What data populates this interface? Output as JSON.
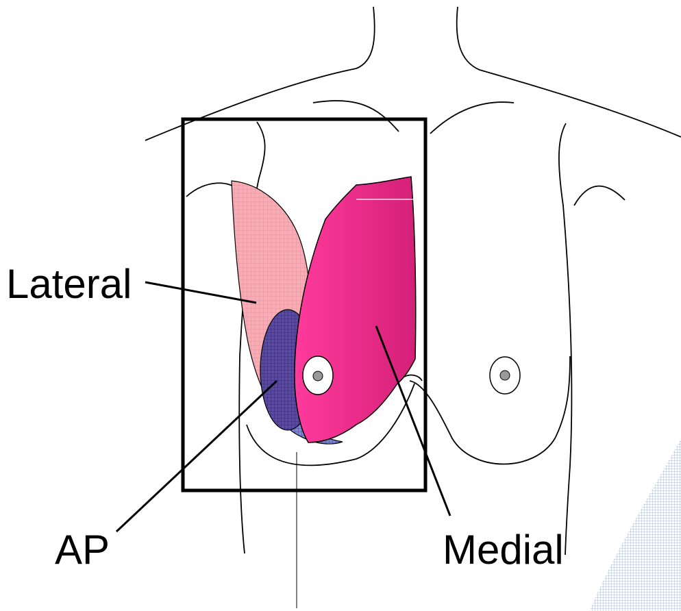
{
  "labels": {
    "lateral": "Lateral",
    "ap": "AP",
    "medial": "Medial"
  },
  "colors": {
    "lateral_fill": "#f6aeb6",
    "lateral_grid": "#e58a96",
    "ap_fill": "#5a4aa0",
    "ap_grid": "#2c2470",
    "ap_light": "#8088d0",
    "medial_light": "#ff3a9c",
    "medial_dark": "#d42078",
    "outline": "#000000",
    "corner_pattern": "#aab8d6"
  }
}
